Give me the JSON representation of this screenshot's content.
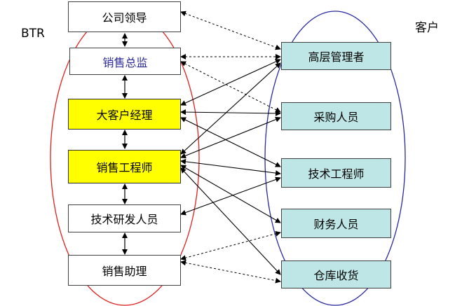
{
  "labels": {
    "left_group": "BTR",
    "right_group": "客户"
  },
  "left_boxes": [
    {
      "id": "company-leader",
      "text": "公司领导",
      "fill": "white"
    },
    {
      "id": "sales-director",
      "text": "销售总监",
      "fill": "white",
      "text_color": "#2b2b9a"
    },
    {
      "id": "key-account-manager",
      "text": "大客户经理",
      "fill": "#ffff00"
    },
    {
      "id": "sales-engineer",
      "text": "销售工程师",
      "fill": "#ffff00"
    },
    {
      "id": "tech-rd",
      "text": "技术研发人员",
      "fill": "white"
    },
    {
      "id": "sales-assistant",
      "text": "销售助理",
      "fill": "white"
    }
  ],
  "right_boxes": [
    {
      "id": "senior-management",
      "text": "高层管理者",
      "fill": "#bfe6e6"
    },
    {
      "id": "purchasing-staff",
      "text": "采购人员",
      "fill": "#bfe6e6"
    },
    {
      "id": "technical-engineer",
      "text": "技术工程师",
      "fill": "#bfe6e6"
    },
    {
      "id": "finance-staff",
      "text": "财务人员",
      "fill": "#bfe6e6"
    },
    {
      "id": "warehouse-receiving",
      "text": "仓库收货",
      "fill": "#bfe6e6"
    }
  ],
  "colors": {
    "left_ellipse": "#e02020",
    "right_ellipse": "#2a2aa0",
    "arrow": "#000000"
  }
}
